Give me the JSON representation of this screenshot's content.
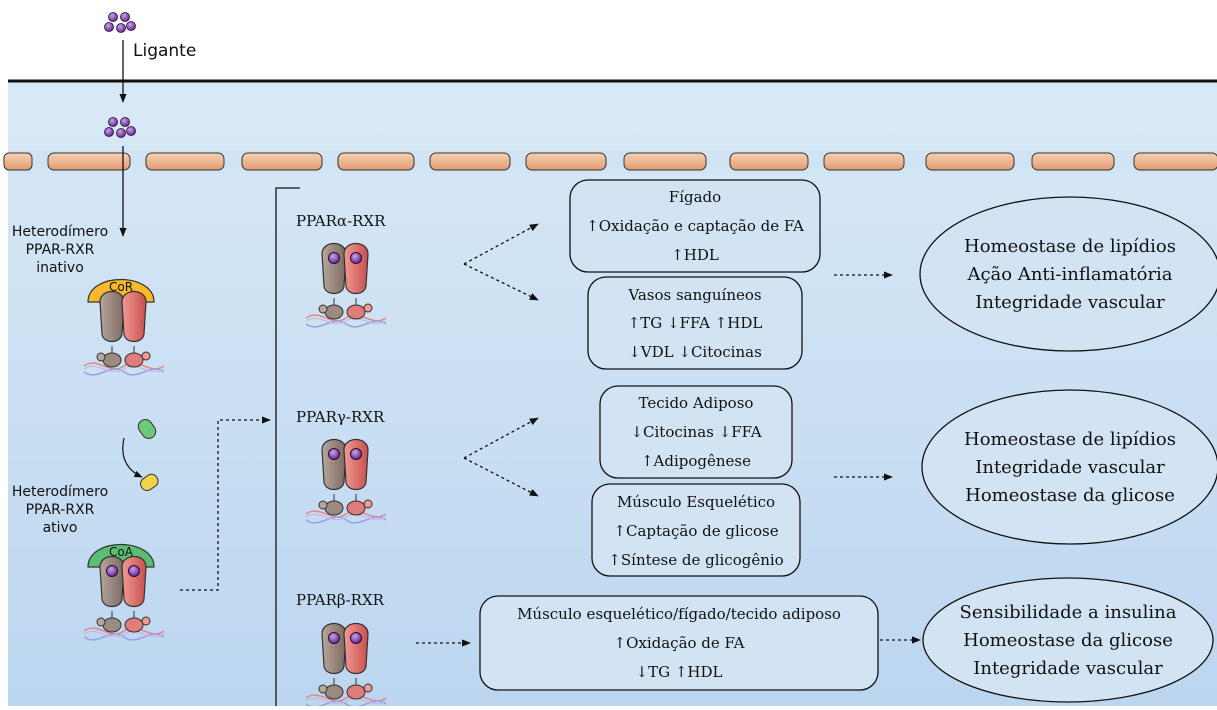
{
  "ligand": {
    "label": "Ligante"
  },
  "left": {
    "inactive": {
      "line1": "Heterodímero",
      "line2": "PPAR-RXR",
      "line3": "inativo",
      "corepressor": "CoR"
    },
    "active": {
      "line1": "Heterodímero",
      "line2": "PPAR-RXR",
      "line3": "ativo",
      "coactivator": "CoA"
    }
  },
  "pathways": [
    {
      "label": "PPARα-RXR",
      "targets": [
        {
          "title": "Fígado",
          "lines": [
            "↑Oxidação e captação de FA",
            "↑HDL"
          ]
        },
        {
          "title": "Vasos sanguíneos",
          "lines": [
            "↑TG ↓FFA ↑HDL",
            "↓VDL ↓Citocinas"
          ]
        }
      ],
      "outcomes": [
        "Homeostase de lipídios",
        "Ação Anti-inflamatória",
        "Integridade vascular"
      ]
    },
    {
      "label": "PPARγ-RXR",
      "targets": [
        {
          "title": "Tecido Adiposo",
          "lines": [
            "↓Citocinas ↓FFA",
            "↑Adipogênese"
          ]
        },
        {
          "title": "Músculo Esquelético",
          "lines": [
            "↑Captação de glicose",
            "↑Síntese de glicogênio"
          ]
        }
      ],
      "outcomes": [
        "Homeostase de lipídios",
        "Integridade vascular",
        "Homeostase da glicose"
      ]
    },
    {
      "label": "PPARβ-RXR",
      "targets": [
        {
          "title": "Músculo esquelético/fígado/tecido adiposo",
          "lines": [
            "↑Oxidação de FA",
            "↓TG ↑HDL"
          ]
        }
      ],
      "outcomes": [
        "Sensibilidade a insulina",
        "Homeostase da glicose",
        "Integridade vascular"
      ]
    }
  ],
  "colors": {
    "cell_top": "#d8e8f6",
    "cell_bottom": "#8fb9e6",
    "membrane_pore": "#f2c09a",
    "ppar_brown": "#8a7a72",
    "rxr_red": "#df6d6d",
    "ligand_purple": "#7a33a8",
    "corepressor": "#f5b82e",
    "coactivator": "#5bbf72"
  }
}
